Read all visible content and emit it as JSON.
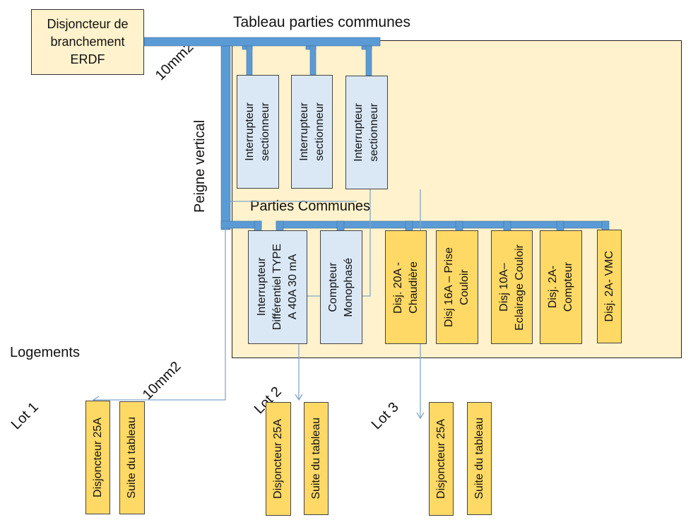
{
  "source": {
    "label": "Disjoncteur de\nbranchement\nERDF"
  },
  "panel": {
    "title": "Tableau parties communes",
    "subtitle": "Parties Communes"
  },
  "labels": {
    "cable_top": "10mm2",
    "vertical_bus": "Peigne vertical",
    "logements": "Logements",
    "cable_lot1": "10mm2"
  },
  "isolators": [
    {
      "label": "Interrupteur\nsectionneur"
    },
    {
      "label": "Interrupteur\nsectionneur"
    },
    {
      "label": "Interrupteur\nsectionneur"
    }
  ],
  "common_devices": [
    {
      "label": "Interrupteur\nDifférentiel TYPE\nA 40A 30 mA",
      "type": "blue"
    },
    {
      "label": "Compteur\nMonophasé",
      "type": "blue"
    },
    {
      "label": "Disj. 20A -\nChaudière",
      "type": "yellow"
    },
    {
      "label": "Disj 16A – Prise\nCouloir",
      "type": "yellow"
    },
    {
      "label": "Disj 10A–\nEclairage Couloir",
      "type": "yellow"
    },
    {
      "label": "Disj. 2A-\nCompteur",
      "type": "yellow"
    },
    {
      "label": "Disj. 2A- VMC",
      "type": "yellow"
    }
  ],
  "lots": [
    {
      "name": "Lot 1",
      "breaker": "Disjoncteur 25A",
      "continuation": "Suite du tableau"
    },
    {
      "name": "Lot 2",
      "breaker": "Disjoncteur 25A",
      "continuation": "Suite du tableau"
    },
    {
      "name": "Lot 3",
      "breaker": "Disjoncteur 25A",
      "continuation": "Suite du tableau"
    }
  ],
  "colors": {
    "bus": "#5b9bd5",
    "thin_wire": "#7fa7c9",
    "panel_fill": "#fff2cc",
    "breaker_fill": "#ffd966",
    "device_fill": "#dae8f6"
  }
}
